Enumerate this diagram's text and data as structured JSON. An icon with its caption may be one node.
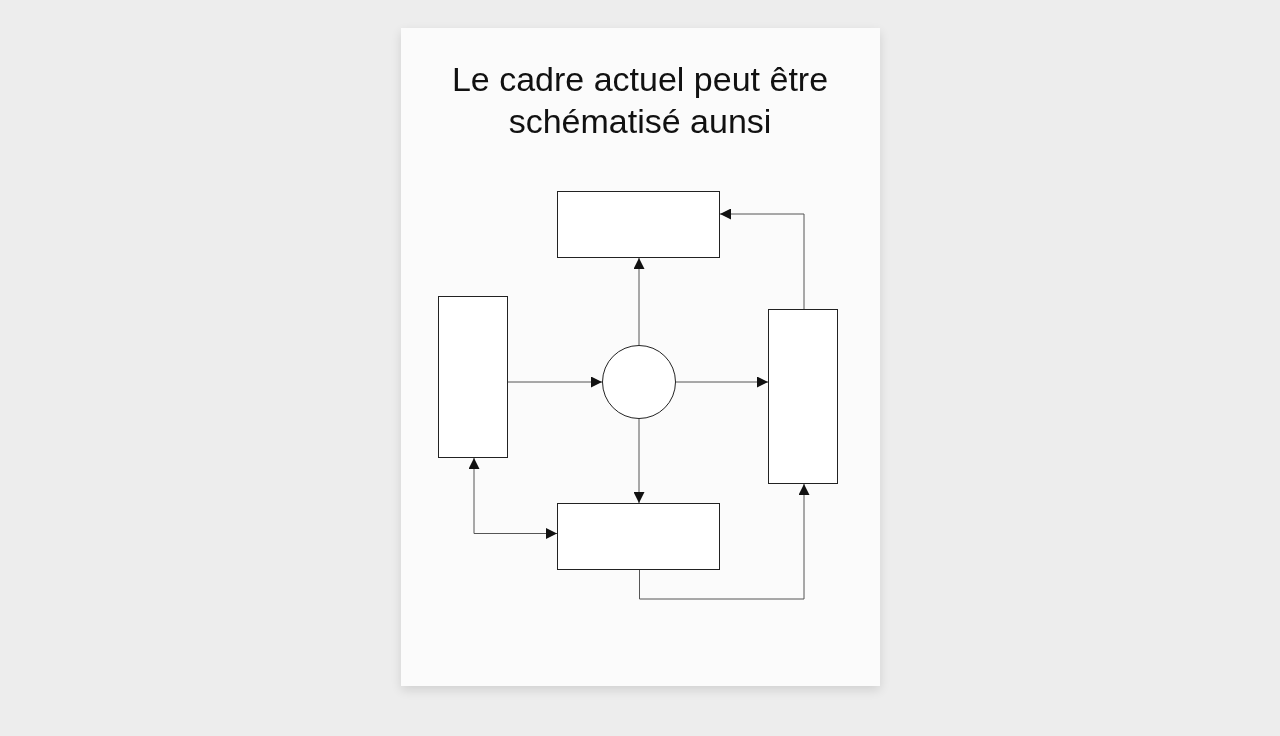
{
  "diagram": {
    "title": "Le cadre actuel peut être schématisé aunsi",
    "nodes": [
      {
        "text": [],
        "shape": "box"
      },
      {
        "text": [],
        "shape": "box"
      },
      {
        "text": [],
        "shape": "circle"
      },
      {
        "text": [],
        "shape": "box"
      },
      {
        "text": [],
        "shape": "box"
      }
    ],
    "edges": [
      {
        "from": 1,
        "to": 2,
        "arrow": "to"
      },
      {
        "from": 2,
        "to": 3,
        "arrow": "to"
      },
      {
        "from": 2,
        "to": 0,
        "arrow": "to"
      },
      {
        "from": 2,
        "to": 4,
        "arrow": "to"
      },
      {
        "from": 4,
        "to": 1,
        "arrow": "both"
      },
      {
        "from": 4,
        "to": 3,
        "arrow": "to"
      },
      {
        "from": 3,
        "to": 0,
        "arrow": "to"
      }
    ]
  }
}
